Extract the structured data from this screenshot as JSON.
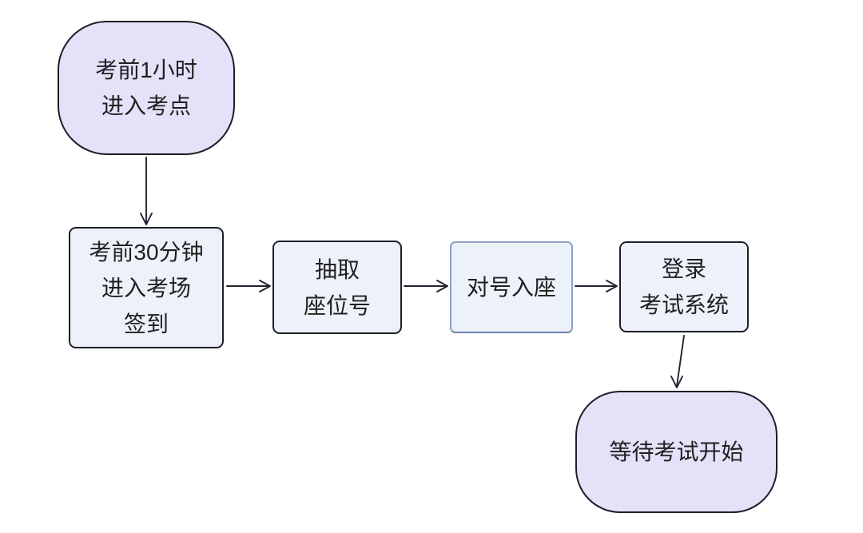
{
  "diagram": {
    "type": "flowchart",
    "background": "#ffffff",
    "colors": {
      "terminator_fill": "#e6e0f9",
      "process_fill": "#edf2fa",
      "border_dark": "#1e1e28",
      "border_blue": "#8fa0c5",
      "border_blue_bottom": "#6e80ab",
      "arrow": "#22222e",
      "text": "#1f1f1f",
      "background": "#ffffff"
    },
    "nodes": {
      "start": {
        "shape": "terminator",
        "lines": [
          "考前1小时",
          "进入考点"
        ]
      },
      "checkin": {
        "shape": "process",
        "lines": [
          "考前30分钟",
          "进入考场",
          "签到"
        ]
      },
      "draw_seat": {
        "shape": "process",
        "lines": [
          "抽取",
          "座位号"
        ]
      },
      "take_seat": {
        "shape": "process",
        "lines": [
          "对号入座"
        ]
      },
      "login": {
        "shape": "process",
        "lines": [
          "登录",
          "考试系统"
        ]
      },
      "wait": {
        "shape": "terminator",
        "lines": [
          "等待考试开始"
        ]
      }
    },
    "edges": [
      {
        "from": "start",
        "to": "checkin"
      },
      {
        "from": "checkin",
        "to": "draw_seat"
      },
      {
        "from": "draw_seat",
        "to": "take_seat"
      },
      {
        "from": "take_seat",
        "to": "login"
      },
      {
        "from": "login",
        "to": "wait"
      }
    ]
  }
}
